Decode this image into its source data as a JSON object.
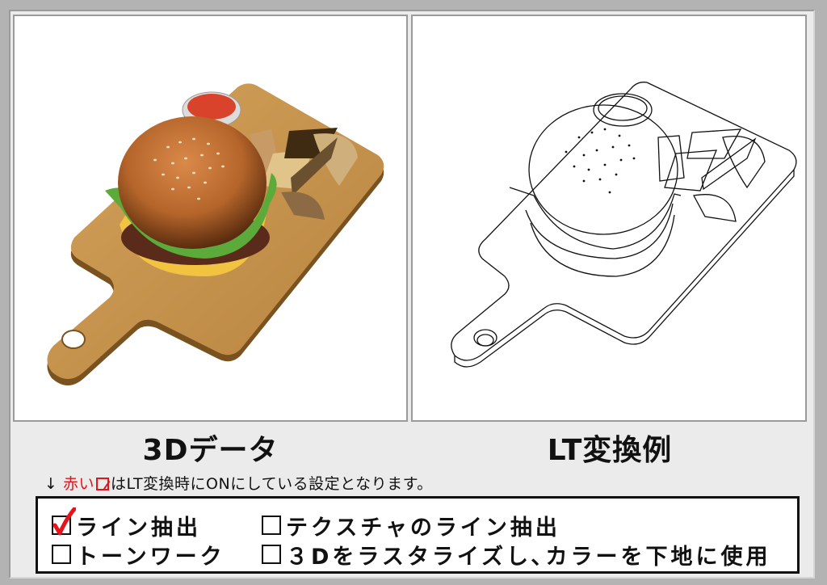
{
  "images": {
    "left": {
      "description": "3D rendered hamburger on wooden cutting board with ketchup cup and potato wedges"
    },
    "right": {
      "description": "line-art conversion of the same hamburger scene"
    }
  },
  "captions": {
    "left": "3Dデータ",
    "right": "LT変換例"
  },
  "note": {
    "arrow": "↓",
    "red_text": "赤い",
    "rest": "はLT変換時にONにしている設定となります。"
  },
  "options": [
    {
      "label": "ライン抽出",
      "checked": true
    },
    {
      "label": "テクスチャのライン抽出",
      "checked": false
    },
    {
      "label": "トーンワーク",
      "checked": false
    },
    {
      "label": "３Dをラスタライズし､カラーを下地に使用",
      "checked": false
    }
  ],
  "colors": {
    "accent_red": "#e3141c",
    "panel_bg": "#ebebeb",
    "outer_bg": "#b3b3b3",
    "wood": "#c9944a",
    "bun": "#b8692d",
    "lettuce": "#5caa3a",
    "cheese": "#f1c341",
    "ketchup": "#d9432b"
  }
}
